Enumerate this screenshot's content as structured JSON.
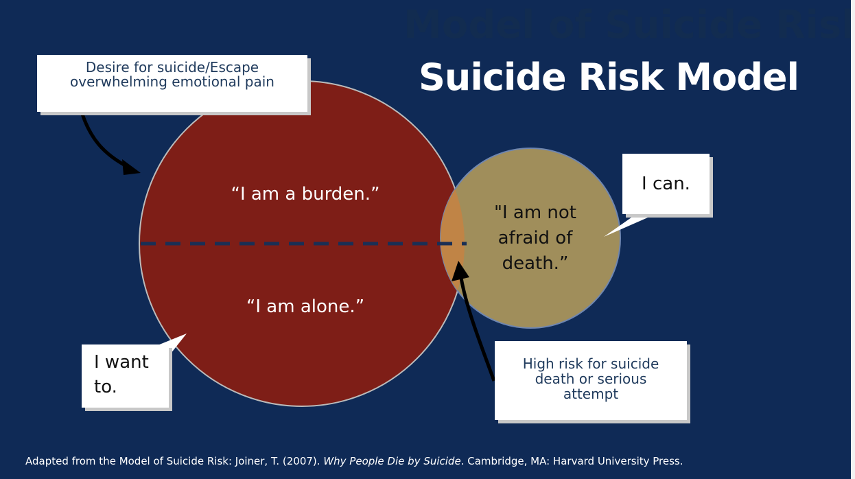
{
  "title": "Suicide Risk Model",
  "ghost_title": "Model of Suicide Risk",
  "circles": {
    "burden": "“I am a burden.”",
    "alone": "“I am alone.”",
    "afraid": "\"I am not afraid of death.”"
  },
  "callouts": {
    "desire": "Desire for suicide/Escape overwhelming emotional pain",
    "can": "I can.",
    "want": "I want to.",
    "high_risk": "High risk for suicide death or serious attempt"
  },
  "citation": {
    "prefix": "Adapted from the Model of Suicide Risk: Joiner, T. (2007). ",
    "book": "Why People Die by Suicide",
    "suffix": ". Cambridge, MA: Harvard University Press."
  },
  "colors": {
    "background": "#0f2a56",
    "desire_circle": "#7e1e17",
    "capability_circle": "#a08e5b",
    "overlap": "#c08446"
  }
}
